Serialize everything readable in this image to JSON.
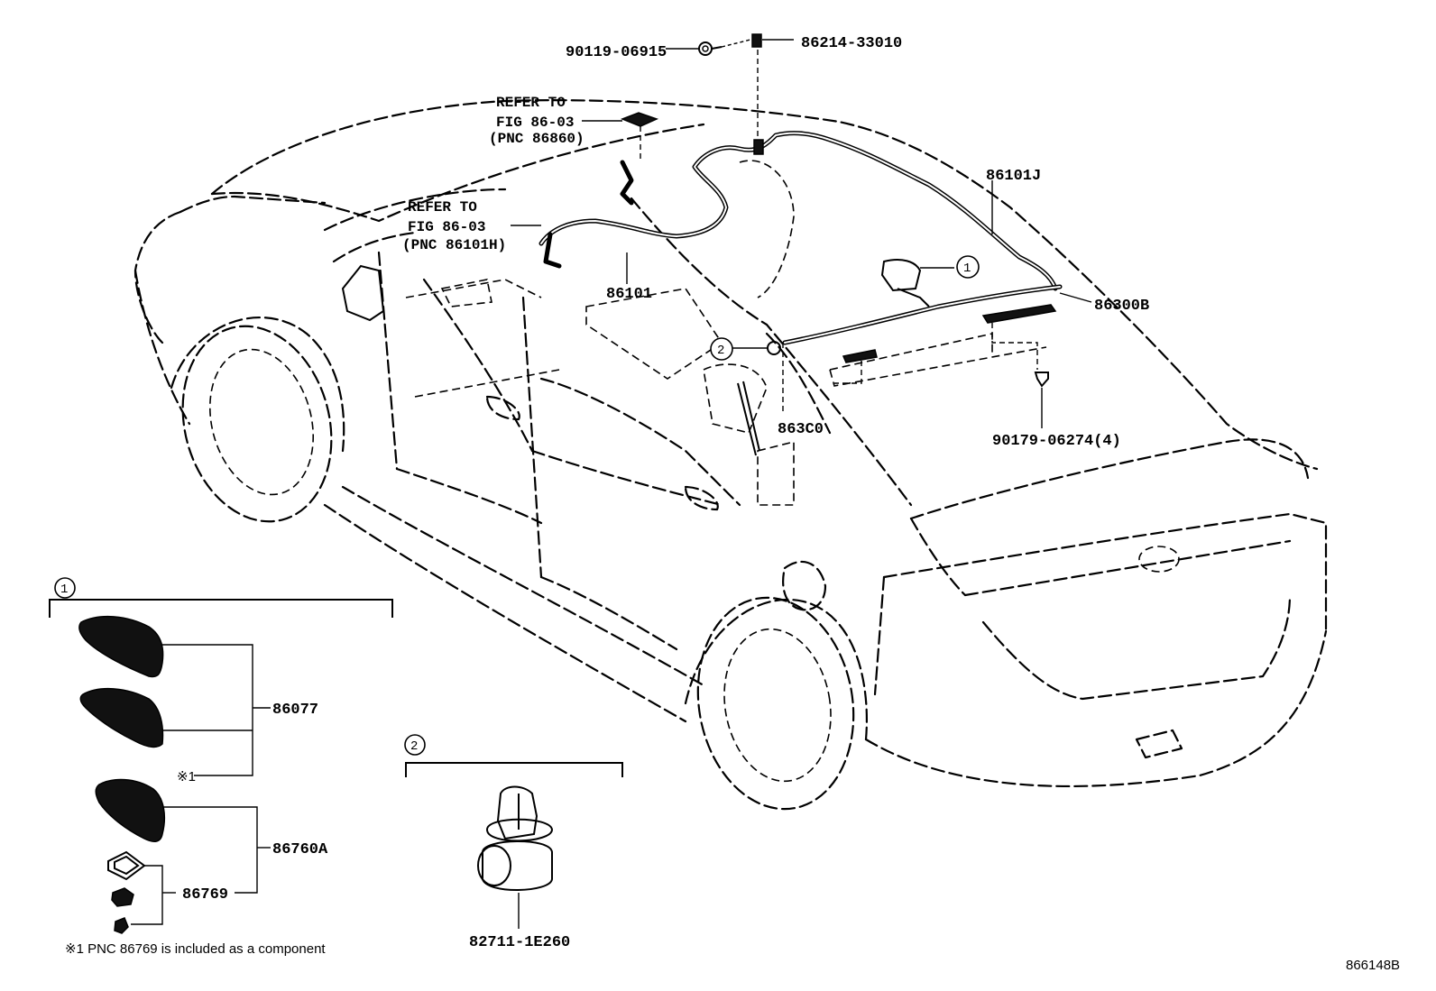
{
  "diagram": {
    "labels": {
      "p_90119": "90119-06915",
      "p_86214": "86214-33010",
      "p_86101J": "86101J",
      "p_86101": "86101",
      "p_86300B": "86300B",
      "p_863C0": "863C0",
      "p_90179": "90179-06274(4)",
      "p_86077": "86077",
      "p_86760A": "86760A",
      "p_86769": "86769",
      "p_82711": "82711-1E260",
      "ref1_line1": "REFER TO",
      "ref1_line2": "FIG 86-03",
      "ref1_line3": "(PNC 86860)",
      "ref2_line1": "REFER TO",
      "ref2_line2": "FIG 86-03",
      "ref2_line3": "(PNC 86101H)",
      "callout_1": "1",
      "callout_2": "2",
      "detail_1_marker": "1",
      "detail_2_marker": "2",
      "note_mark": "※1",
      "footnote": "※1 PNC 86769 is included as a component",
      "figure_id": "866148B"
    }
  }
}
